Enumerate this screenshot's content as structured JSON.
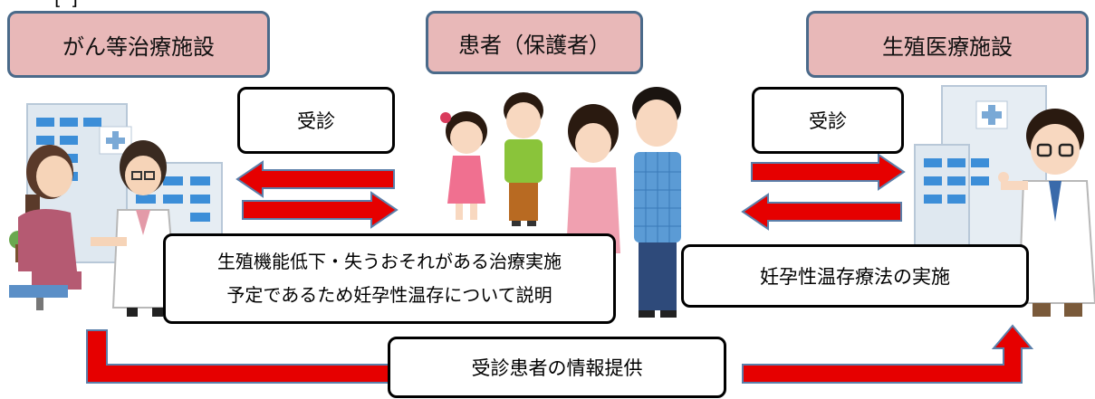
{
  "header_fragment": "[ ] ",
  "facilities": {
    "cancer": "がん等治療施設",
    "patient": "患者（保護者）",
    "reproductive": "生殖医療施設"
  },
  "labels": {
    "visit_left": "受診",
    "visit_right": "受診",
    "explain_line1": "生殖機能低下・失うおそれがある治療実施",
    "explain_line2": "予定であるため妊孕性温存について説明",
    "preservation": "妊孕性温存療法の実施",
    "info_provision": "受診患者の情報提供"
  },
  "colors": {
    "arrow_fill": "#e60000",
    "arrow_outline": "#5b7faa",
    "facility_fill": "#e8b8b8",
    "facility_border": "#4a6a8a"
  }
}
